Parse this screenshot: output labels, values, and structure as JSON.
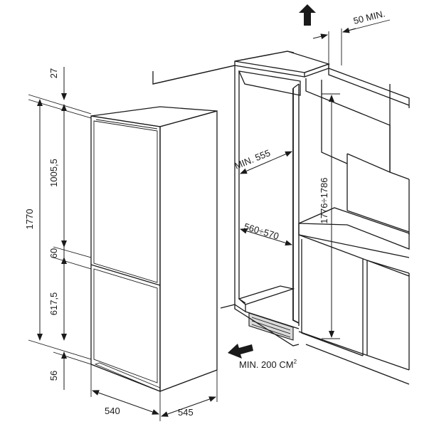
{
  "dimensions": {
    "top_gap": "27",
    "total_height": "1770",
    "fridge_height": "1005,5",
    "middle_gap": "60",
    "freezer_height": "617,5",
    "bottom_gap": "56",
    "width": "540",
    "depth": "545",
    "top_clearance": "50 MIN.",
    "niche_min_depth": "MIN. 555",
    "niche_width": "560÷570",
    "niche_height": "1776÷1786",
    "vent_area_base": "MIN. 200 CM",
    "vent_area_sup": "2"
  },
  "colors": {
    "line": "#1a1a1a",
    "grey": "#d9d9d9",
    "background": "#ffffff"
  },
  "icons": [
    "airflow-up-arrow-icon",
    "airflow-in-arrow-icon"
  ]
}
